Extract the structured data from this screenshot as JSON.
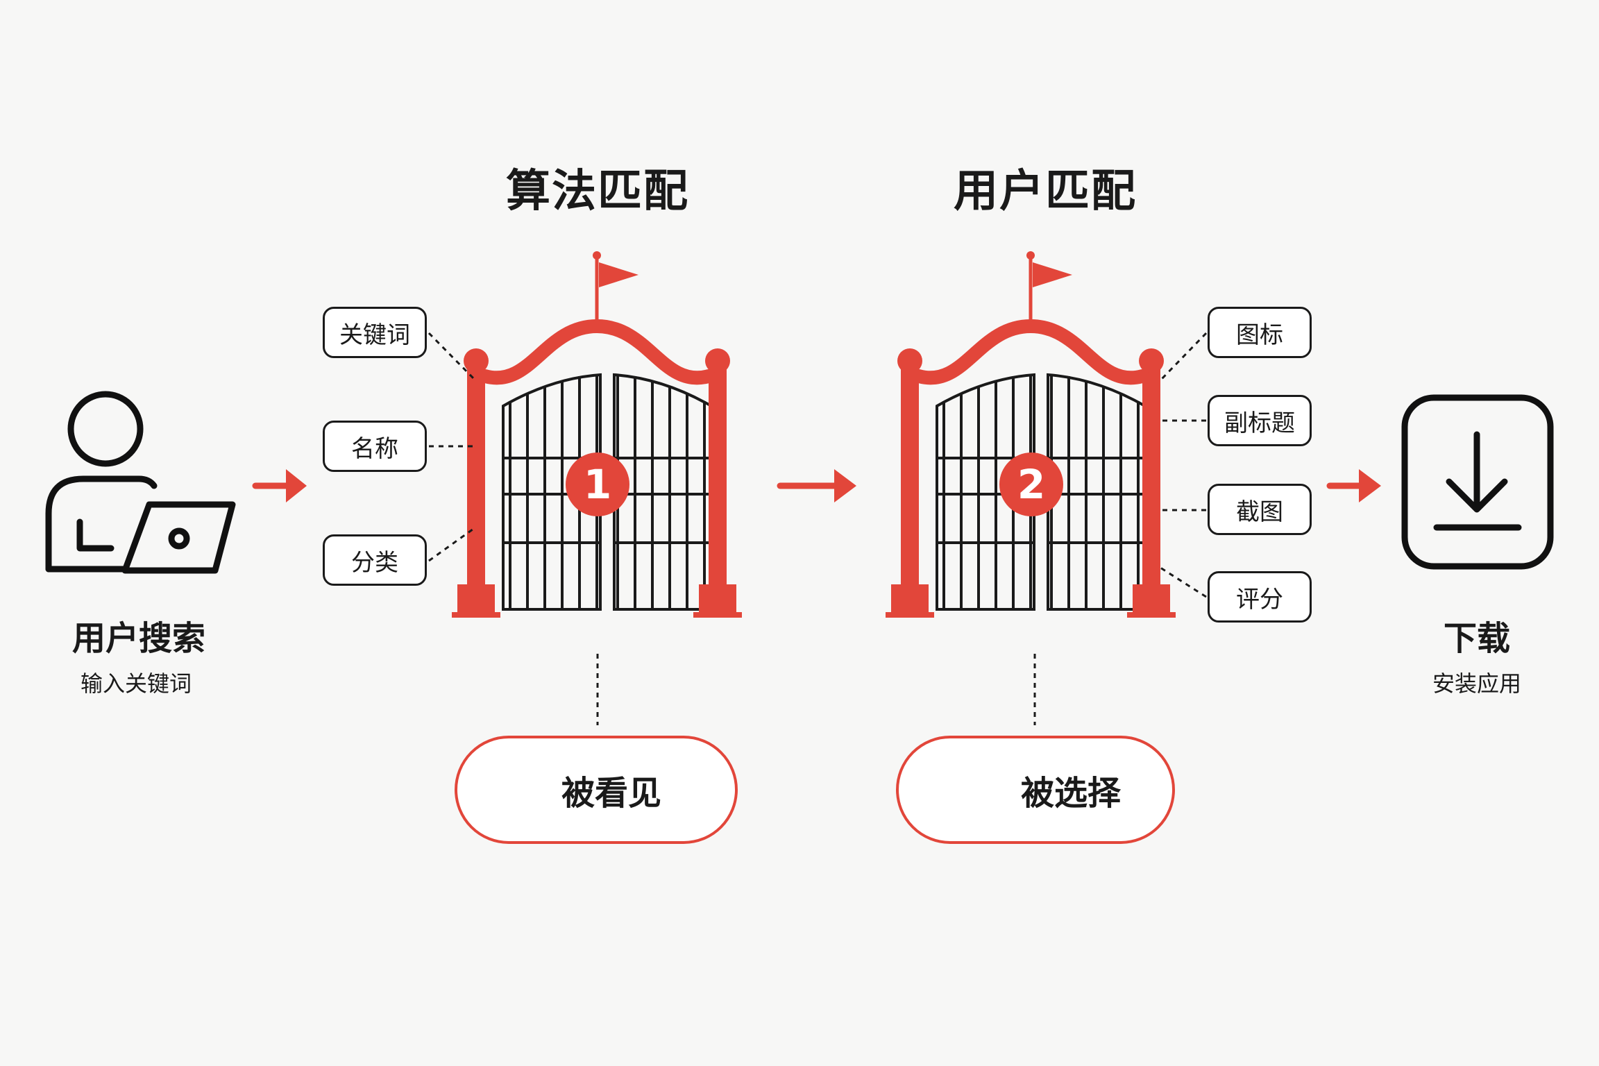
{
  "gates": {
    "gate1": {
      "title": "算法匹配",
      "number": "1"
    },
    "gate2": {
      "title": "用户匹配",
      "number": "2"
    }
  },
  "left_tags": [
    "关键词",
    "名称",
    "分类"
  ],
  "right_tags": [
    "图标",
    "副标题",
    "截图",
    "评分"
  ],
  "outcomes": {
    "seen": "被看见",
    "chosen": "被选择"
  },
  "user": {
    "title": "用户搜索",
    "subtitle": "输入关键词"
  },
  "download": {
    "title": "下载",
    "subtitle": "安装应用"
  },
  "colors": {
    "accent": "#e2463a",
    "ink": "#1a1a1a",
    "background": "#f7f7f6"
  },
  "icons": [
    "user-laptop-icon",
    "flag-icon",
    "gate-icon",
    "eye-icon",
    "pointer-hand-icon",
    "download-icon",
    "arrow-right-icon"
  ]
}
